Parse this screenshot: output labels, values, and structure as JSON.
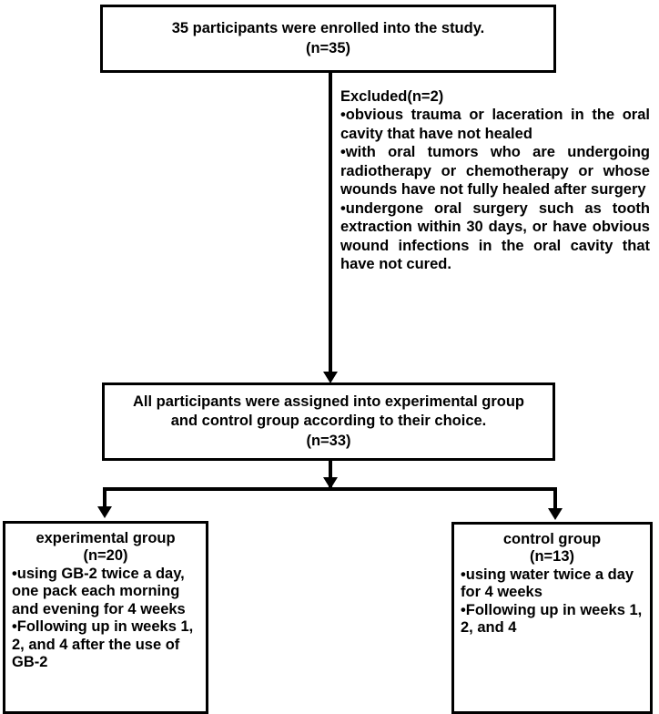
{
  "diagram": {
    "type": "participant-flow-chart",
    "enrollment": {
      "line1": "35 participants were enrolled into the study.",
      "line2": "(n=35)",
      "n": 35
    },
    "exclusion": {
      "heading": "Excluded(n=2)",
      "n": 2,
      "reasons": [
        "•obvious trauma or laceration in the oral cavity that have not healed",
        "•with oral tumors who are undergoing radiotherapy or chemotherapy or whose wounds have not fully healed after surgery",
        "•undergone oral surgery such as tooth extraction within 30 days, or have obvious wound infections in the oral cavity that have not cured."
      ]
    },
    "allocation": {
      "line1": "All participants were assigned into experimental group",
      "line2": "and control group according to their choice.",
      "line3": "(n=33)",
      "n": 33
    },
    "experimental_group": {
      "title": "experimental group",
      "count_label": "(n=20)",
      "n": 20,
      "items": [
        "•using GB-2 twice a day, one pack each morning and evening for 4 weeks",
        "•Following up in weeks 1, 2, and 4 after the use of GB-2"
      ]
    },
    "control_group": {
      "title": "control group",
      "count_label": "(n=13)",
      "n": 13,
      "items": [
        "•using water twice a day for 4 weeks",
        "•Following up in weeks 1, 2, and 4"
      ]
    },
    "style": {
      "line_color": "#000000",
      "box_fill": "#ffffff",
      "text_color": "#000000"
    }
  }
}
